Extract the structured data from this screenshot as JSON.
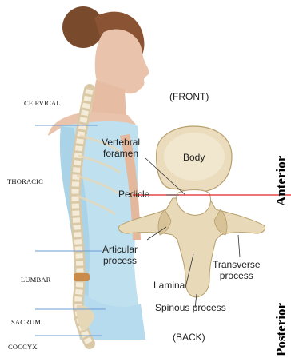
{
  "regions": {
    "cervical": "CE RVICAL",
    "thoracic": "THORACIC",
    "lumbar": "LUMBAR",
    "sacrum": "SACRUM",
    "coccyx": "COCCYX"
  },
  "vertebra_labels": {
    "front": "(FRONT)",
    "back": "(BACK)",
    "vertebral_foramen_line1": "Vertebral",
    "vertebral_foramen_line2": "foramen",
    "body": "Body",
    "pedicle": "Pedicle",
    "articular_process_line1": "Articular",
    "articular_process_line2": "process",
    "lamina": "Lamina",
    "transverse_process_line1": "Transverse",
    "transverse_process_line2": "process",
    "spinous_process": "Spinous process"
  },
  "sides": {
    "anterior": "Anterior",
    "posterior": "Posterior"
  },
  "colors": {
    "divider_line": "#e02020",
    "region_lines": "#6a9cd6",
    "skin": "#e9c3ab",
    "shirt": "#bfe0ef",
    "hair": "#7a4a2c",
    "bone": "#e6d7b6"
  }
}
